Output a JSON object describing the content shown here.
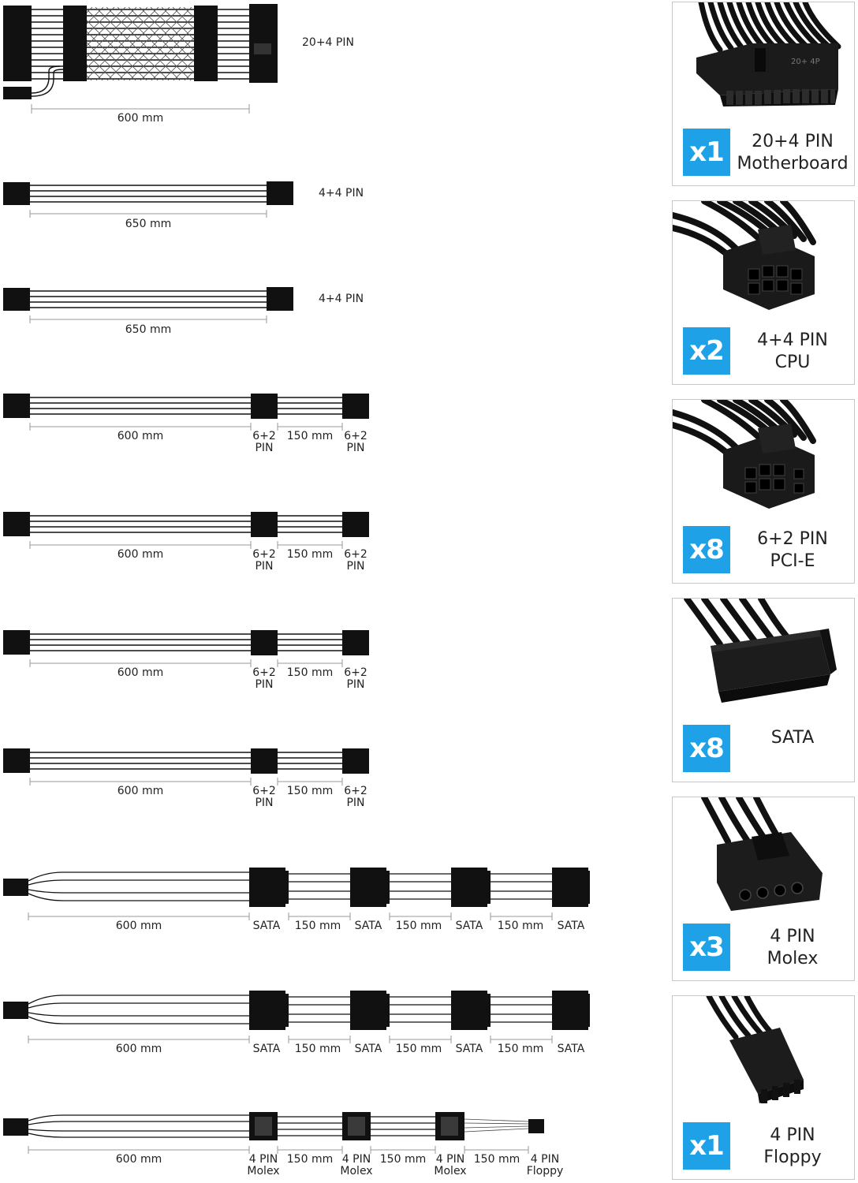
{
  "cables": {
    "mb": {
      "connector": "20+4 PIN",
      "length": "600 mm"
    },
    "cpu1": {
      "connector": "4+4 PIN",
      "length": "650 mm"
    },
    "cpu2": {
      "connector": "4+4 PIN",
      "length": "650 mm"
    },
    "pcie1": {
      "length": "600 mm",
      "mid_a": "6+2",
      "mid_b": "PIN",
      "gap": "150 mm",
      "end_a": "6+2",
      "end_b": "PIN"
    },
    "pcie2": {
      "length": "600 mm",
      "mid_a": "6+2",
      "mid_b": "PIN",
      "gap": "150 mm",
      "end_a": "6+2",
      "end_b": "PIN"
    },
    "pcie3": {
      "length": "600 mm",
      "mid_a": "6+2",
      "mid_b": "PIN",
      "gap": "150 mm",
      "end_a": "6+2",
      "end_b": "PIN"
    },
    "pcie4": {
      "length": "600 mm",
      "mid_a": "6+2",
      "mid_b": "PIN",
      "gap": "150 mm",
      "end_a": "6+2",
      "end_b": "PIN"
    },
    "sata1": {
      "length": "600 mm",
      "labels": [
        "SATA",
        "150 mm",
        "SATA",
        "150 mm",
        "SATA",
        "150 mm",
        "SATA"
      ]
    },
    "sata2": {
      "length": "600 mm",
      "labels": [
        "SATA",
        "150 mm",
        "SATA",
        "150 mm",
        "SATA",
        "150 mm",
        "SATA"
      ]
    },
    "molex": {
      "length": "600 mm",
      "m1_a": "4 PIN",
      "m1_b": "Molex",
      "gap1": "150 mm",
      "m2_a": "4 PIN",
      "m2_b": "Molex",
      "gap2": "150 mm",
      "m3_a": "4 PIN",
      "m3_b": "Molex",
      "gap3": "150 mm",
      "f_a": "4 PIN",
      "f_b": "Floppy"
    }
  },
  "cards": [
    {
      "qty": "x1",
      "line1": "20+4 PIN",
      "line2": "Motherboard",
      "photo_icon": "atx-24pin-connector-icon",
      "printed_marking": "20+ 4P"
    },
    {
      "qty": "x2",
      "line1": "4+4 PIN",
      "line2": "CPU",
      "photo_icon": "eps-8pin-connector-icon"
    },
    {
      "qty": "x8",
      "line1": "6+2 PIN",
      "line2": "PCI-E",
      "photo_icon": "pcie-8pin-connector-icon"
    },
    {
      "qty": "x8",
      "line1": "SATA",
      "line2": "",
      "photo_icon": "sata-connector-icon"
    },
    {
      "qty": "x3",
      "line1": "4 PIN",
      "line2": "Molex",
      "photo_icon": "molex-connector-icon"
    },
    {
      "qty": "x1",
      "line1": "4 PIN",
      "line2": "Floppy",
      "photo_icon": "floppy-connector-icon"
    }
  ],
  "colors": {
    "badge": "#1ea1e6",
    "connector": "#111111",
    "wire": "#1a1a1a",
    "dim_line": "#999999"
  }
}
